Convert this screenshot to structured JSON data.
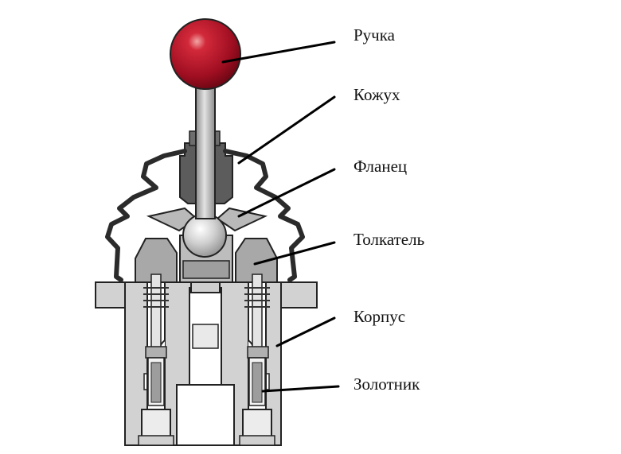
{
  "labels": {
    "handle": "Ручка",
    "cover": "Кожух",
    "flange": "Фланец",
    "pusher": "Толкатель",
    "body": "Корпус",
    "spool": "Золотник"
  },
  "colors": {
    "handle_ball": "#b3122a",
    "steel_light": "#d0d0d0",
    "steel_mid": "#a9a9a9",
    "steel_dark": "#5e5e5e",
    "boot": "#2b2b2b",
    "spring": "#333333",
    "outline": "#222222"
  }
}
